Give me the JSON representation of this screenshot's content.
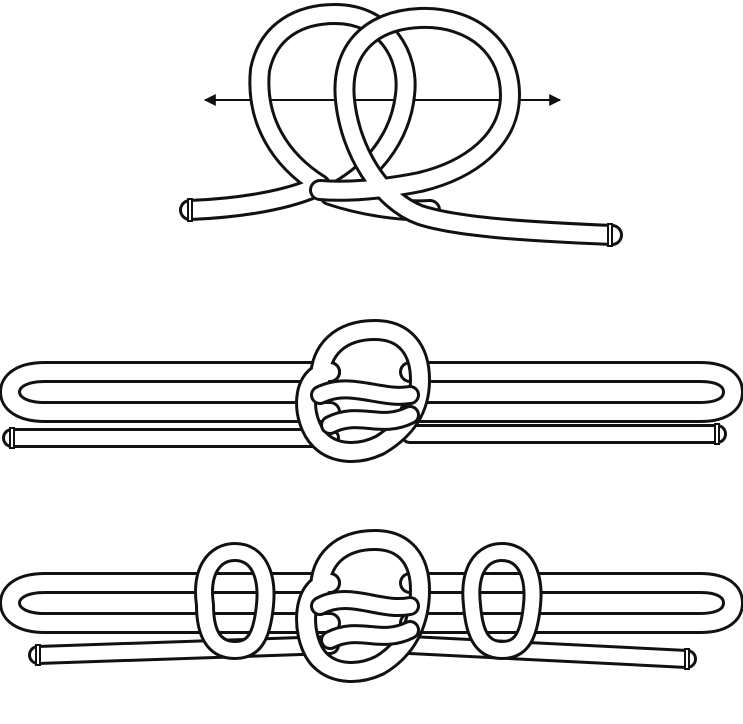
{
  "figure": {
    "background": "#ffffff",
    "rope_outline_color": "#111111",
    "rope_fill_color": "#ffffff",
    "arrow_color": "#111111",
    "steps": [
      {
        "id": "step-1",
        "description_visible": false
      },
      {
        "id": "step-2",
        "description_visible": false
      },
      {
        "id": "step-3",
        "description_visible": false
      }
    ]
  }
}
